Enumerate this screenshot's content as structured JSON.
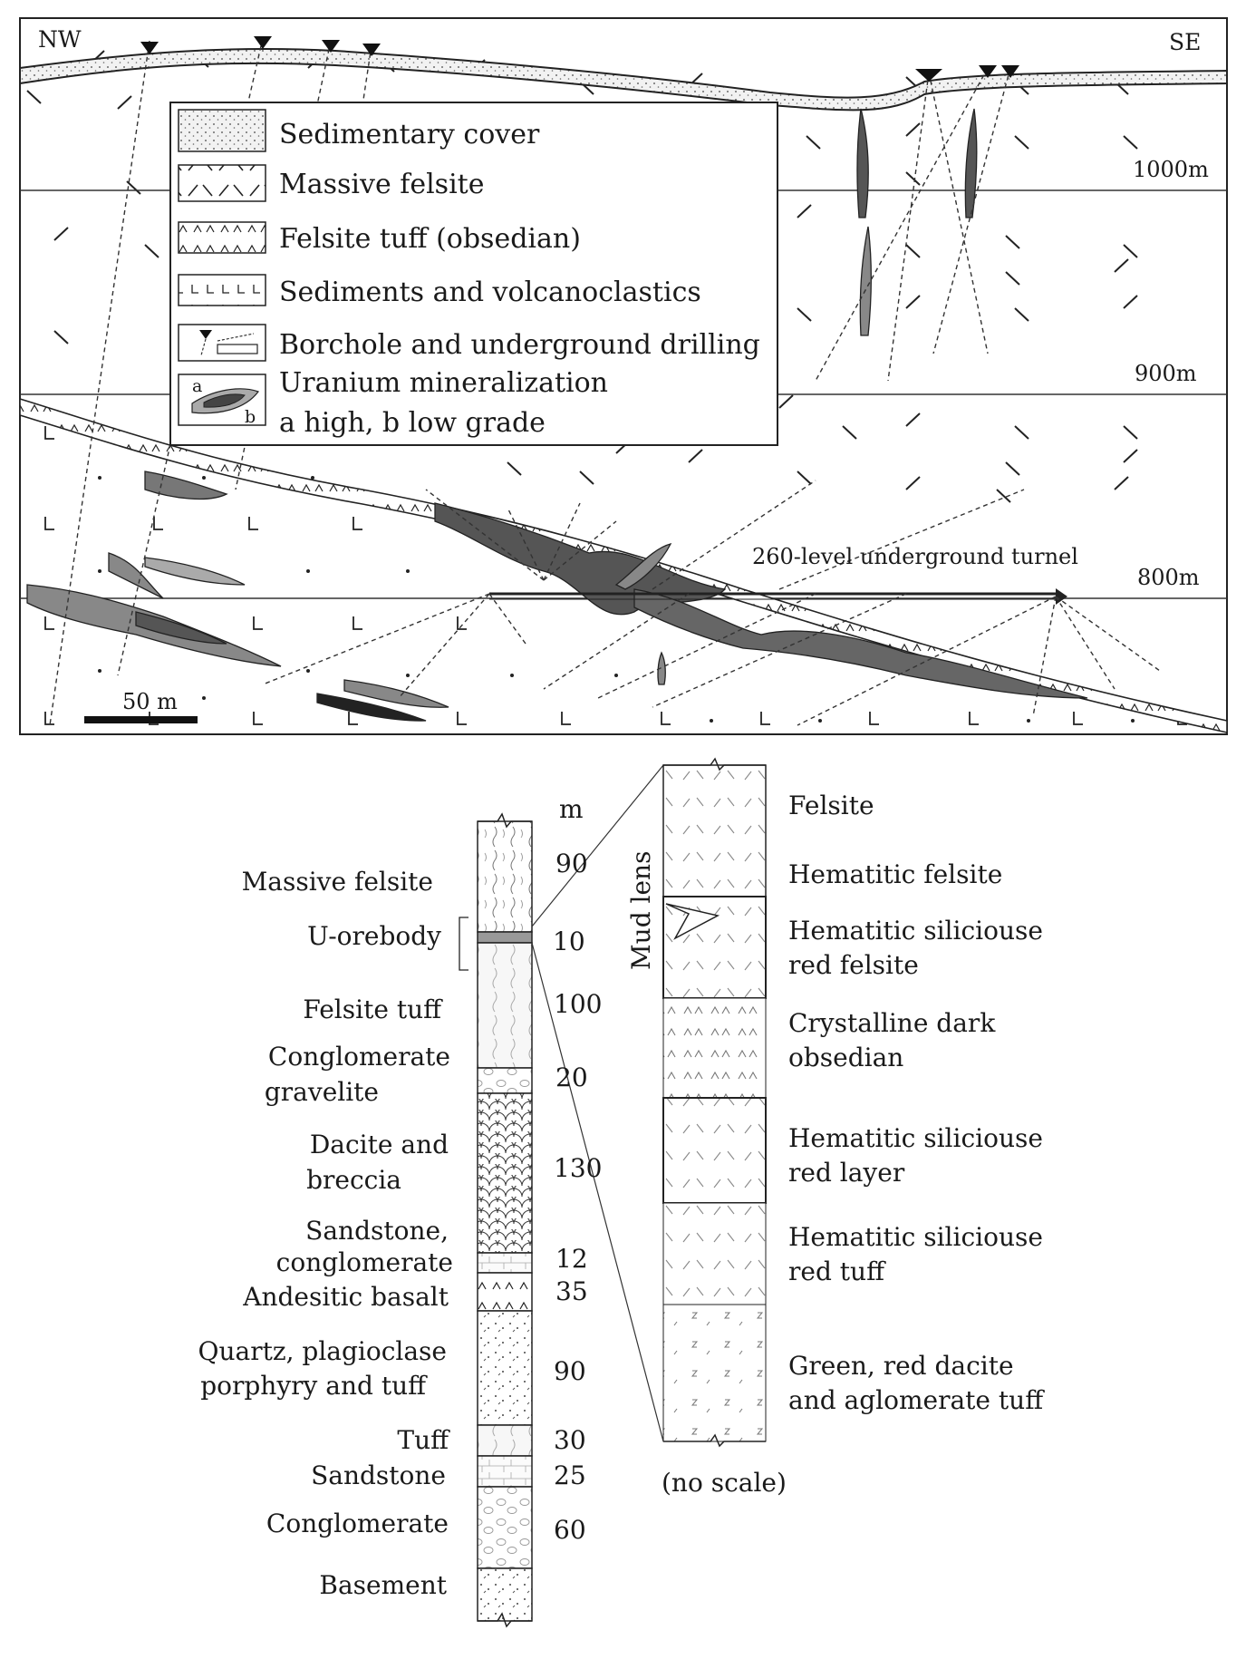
{
  "section": {
    "direction_left": "NW",
    "direction_right": "SE",
    "elevations": [
      "1000m",
      "900m",
      "800m"
    ],
    "tunnel_label": "260-level underground turnel",
    "scale_label": "50 m",
    "legend": [
      {
        "label": "Sedimentary cover"
      },
      {
        "label": "Massive felsite"
      },
      {
        "label": "Felsite tuff (obsedian)"
      },
      {
        "label": "Sediments and volcanoclastics"
      },
      {
        "label": "Borchole and underground drilling"
      },
      {
        "label": "Uranium mineralization",
        "sub": "a high, b low grade",
        "symbol_a": "a",
        "symbol_b": "b"
      }
    ]
  },
  "column": {
    "unit": "m",
    "layers": [
      {
        "name_lines": [
          "Massive felsite"
        ],
        "thickness": "90"
      },
      {
        "name_lines": [
          "U-orebody"
        ],
        "thickness": "10"
      },
      {
        "name_lines": [
          "Felsite tuff"
        ],
        "thickness": "100"
      },
      {
        "name_lines": [
          "Conglomerate",
          "gravelite"
        ],
        "thickness": "20"
      },
      {
        "name_lines": [
          "Dacite and",
          "breccia"
        ],
        "thickness": "130"
      },
      {
        "name_lines": [
          "Sandstone,",
          "conglomerate"
        ],
        "thickness": "12"
      },
      {
        "name_lines": [
          "Andesitic basalt"
        ],
        "thickness": "35"
      },
      {
        "name_lines": [
          "Quartz, plagioclase",
          "porphyry and tuff"
        ],
        "thickness": "90"
      },
      {
        "name_lines": [
          "Tuff"
        ],
        "thickness": "30"
      },
      {
        "name_lines": [
          "Sandstone"
        ],
        "thickness": "25"
      },
      {
        "name_lines": [
          "Conglomerate"
        ],
        "thickness": "60"
      },
      {
        "name_lines": [
          "Basement"
        ],
        "thickness": ""
      }
    ]
  },
  "detail": {
    "mud_lens_label": "Mud lens",
    "note": "(no scale)",
    "layers": [
      {
        "lines": [
          "Felsite"
        ]
      },
      {
        "lines": [
          "Hematitic felsite"
        ]
      },
      {
        "lines": [
          "Hematitic siliciouse",
          "red felsite"
        ]
      },
      {
        "lines": [
          "Crystalline dark",
          "obsedian"
        ]
      },
      {
        "lines": [
          "Hematitic siliciouse",
          "red layer"
        ]
      },
      {
        "lines": [
          "Hematitic siliciouse",
          "red tuff"
        ]
      },
      {
        "lines": [
          "Green, red dacite",
          "and aglomerate tuff"
        ]
      }
    ]
  }
}
